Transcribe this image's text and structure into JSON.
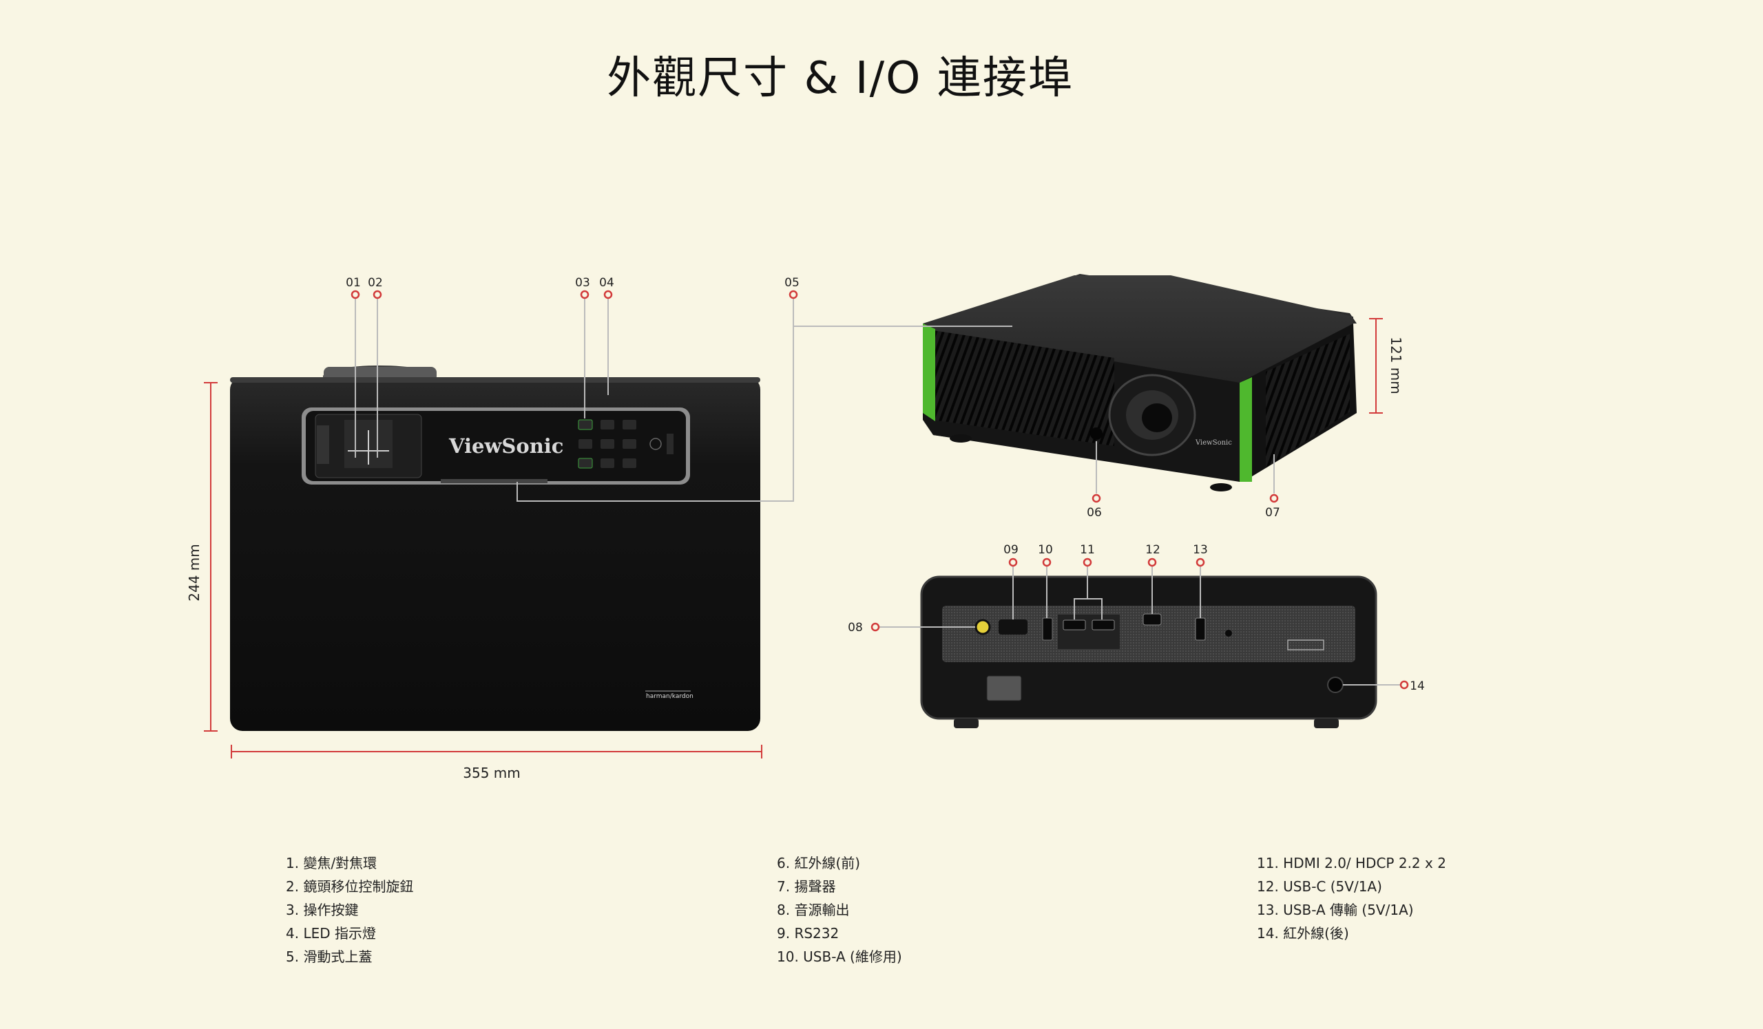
{
  "title": "外觀尺寸 & I/O 連接埠",
  "dimensions": {
    "width": "355 mm",
    "depth": "244 mm",
    "height": "121 mm"
  },
  "brand": {
    "logo": "ViewSonic",
    "audio_logo": "harman/kardon"
  },
  "callout_numbers": [
    "01",
    "02",
    "03",
    "04",
    "05",
    "06",
    "07",
    "08",
    "09",
    "10",
    "11",
    "12",
    "13",
    "14"
  ],
  "legend": {
    "col1": [
      "1. 變焦/對焦環",
      "2. 鏡頭移位控制旋鈕",
      "3. 操作按鍵",
      "4. LED 指示燈",
      "5. 滑動式上蓋"
    ],
    "col2": [
      "6. 紅外線(前)",
      "7. 揚聲器",
      "8. 音源輸出",
      "9. RS232",
      "10. USB-A (維修用)"
    ],
    "col3": [
      "11. HDMI 2.0/ HDCP 2.2 x 2",
      "12. USB-C (5V/1A)",
      "13. USB-A 傳輸 (5V/1A)",
      "14. 紅外線(後)"
    ]
  },
  "colors": {
    "background": "#f9f6e4",
    "callout": "#d23a3a",
    "accent_green": "#4fb82e",
    "body": "#141414"
  }
}
